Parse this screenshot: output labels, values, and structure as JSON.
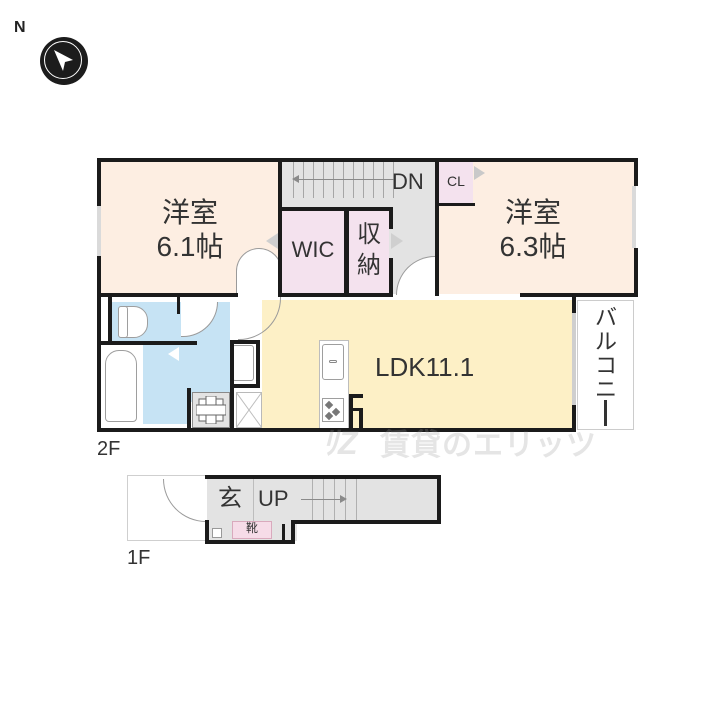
{
  "compass": {
    "label": "N",
    "icon": "north-arrow-icon"
  },
  "floor_2f": {
    "label": "2F",
    "rooms": {
      "western_room_west": {
        "name": "洋室",
        "size": "6.1帖"
      },
      "western_room_east": {
        "name": "洋室",
        "size": "6.3帖"
      },
      "wic": {
        "name": "WIC"
      },
      "storage": {
        "name": "収納",
        "name_line1": "収",
        "name_line2": "納"
      },
      "closet": {
        "name": "CL"
      },
      "stairs": {
        "label": "DN"
      },
      "ldk": {
        "name": "LDK11.1"
      },
      "balcony": {
        "name": "バルコニー",
        "chars": [
          "バ",
          "ル",
          "コ",
          "ニ",
          "ー"
        ]
      }
    }
  },
  "floor_1f": {
    "label": "1F",
    "rooms": {
      "entrance": {
        "name": "玄"
      },
      "stairs": {
        "label": "UP"
      },
      "shoe_box": {
        "name": "靴"
      }
    }
  },
  "watermark": {
    "text": "賃貸のエリッツ",
    "logo": "エリッツ"
  },
  "colors": {
    "bedroom": "#fdeee2",
    "ldk": "#fdf0c6",
    "storage": "#f4e2ee",
    "wet_area": "#c6e3f4",
    "hall": "#e3e3e3",
    "wall": "#1b1b1b"
  }
}
